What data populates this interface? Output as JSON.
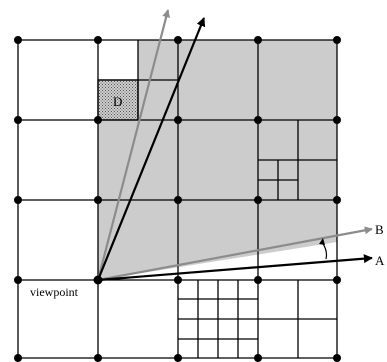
{
  "labels": {
    "cell": "D",
    "ray_b": "B",
    "ray_a": "A",
    "origin": "viewpoint"
  },
  "colors": {
    "background": "#ffffff",
    "shaded_region": "#cccccc",
    "line": "#000000",
    "ray_light": "#8c8c8c",
    "ray_dark": "#000000"
  }
}
